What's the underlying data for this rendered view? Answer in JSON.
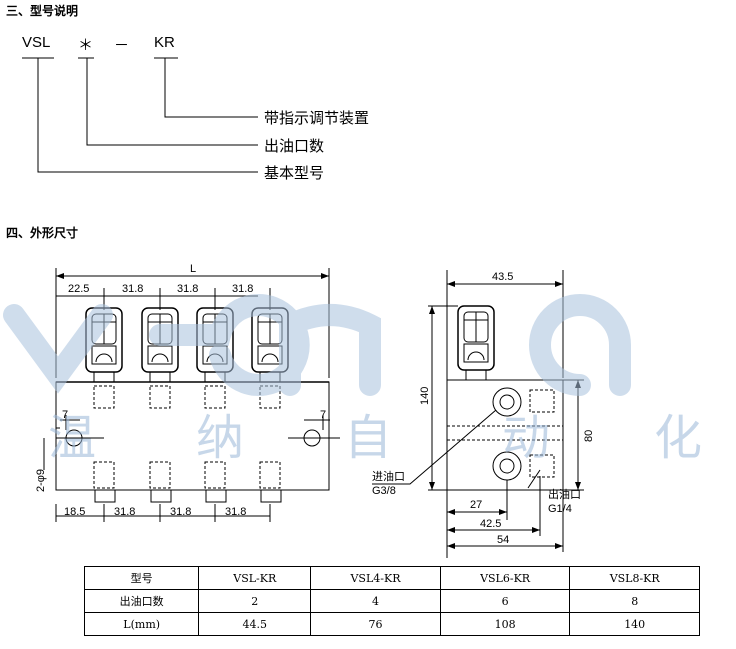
{
  "section3_title": "三、型号说明",
  "section4_title": "四、外形尺寸",
  "model": {
    "prefix": "VSL",
    "star": "＊",
    "dash": "－",
    "suffix": "KR",
    "meanings": [
      "带指示调节装置",
      "出油口数",
      "基本型号"
    ]
  },
  "front_view": {
    "overall": "L",
    "top_dims": [
      "22.5",
      "31.8",
      "31.8",
      "31.8"
    ],
    "bottom_dims": [
      "18.5",
      "31.8",
      "31.8",
      "31.8"
    ],
    "hole_offset": "7",
    "hole_label": "2-φ9"
  },
  "side_view": {
    "width_top": "43.5",
    "height_total": "140",
    "height_body": "80",
    "inlet_label": "进油口",
    "inlet_thread": "G3/8",
    "outlet_label": "出油口",
    "outlet_thread": "G1/4",
    "dim_27": "27",
    "dim_42_5": "42.5",
    "dim_54": "54"
  },
  "watermark": [
    "温",
    "纳",
    "自",
    "动",
    "化"
  ],
  "table": {
    "headers": [
      "型号",
      "VSL-KR",
      "VSL4-KR",
      "VSL6-KR",
      "VSL8-KR"
    ],
    "rows": [
      [
        "出油口数",
        "2",
        "4",
        "6",
        "8"
      ],
      [
        "L(mm)",
        "44.5",
        "76",
        "108",
        "140"
      ]
    ]
  }
}
